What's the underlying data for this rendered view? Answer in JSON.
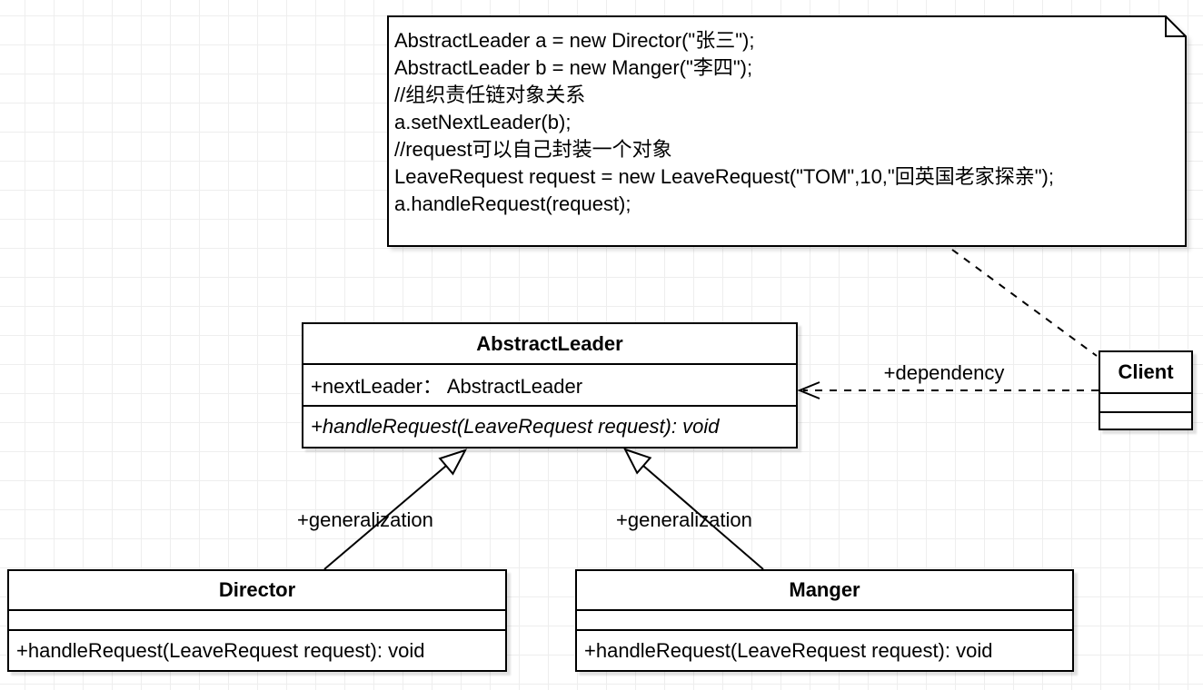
{
  "note": {
    "lines": [
      "AbstractLeader a = new Director(\"张三\");",
      "AbstractLeader b = new Manger(\"李四\");",
      "//组织责任链对象关系",
      "a.setNextLeader(b);",
      "//request可以自己封装一个对象",
      "LeaveRequest request = new LeaveRequest(\"TOM\",10,\"回英国老家探亲\");",
      "a.handleRequest(request);"
    ]
  },
  "classes": {
    "abstract_leader": {
      "name": "AbstractLeader",
      "attributes": [
        "+nextLeader： AbstractLeader"
      ],
      "methods": [
        "+handleRequest(LeaveRequest request): void"
      ]
    },
    "client": {
      "name": "Client",
      "attributes": [],
      "methods": []
    },
    "director": {
      "name": "Director",
      "attributes": [],
      "methods": [
        "+handleRequest(LeaveRequest request): void"
      ]
    },
    "manger": {
      "name": "Manger",
      "attributes": [],
      "methods": [
        "+handleRequest(LeaveRequest request): void"
      ]
    }
  },
  "edges": {
    "dependency_label": "+dependency",
    "generalization_left_label": "+generalization",
    "generalization_right_label": "+generalization"
  },
  "colors": {
    "stroke": "#000000",
    "shape_fill": "#ffffff",
    "grid": "#eeeeee"
  }
}
